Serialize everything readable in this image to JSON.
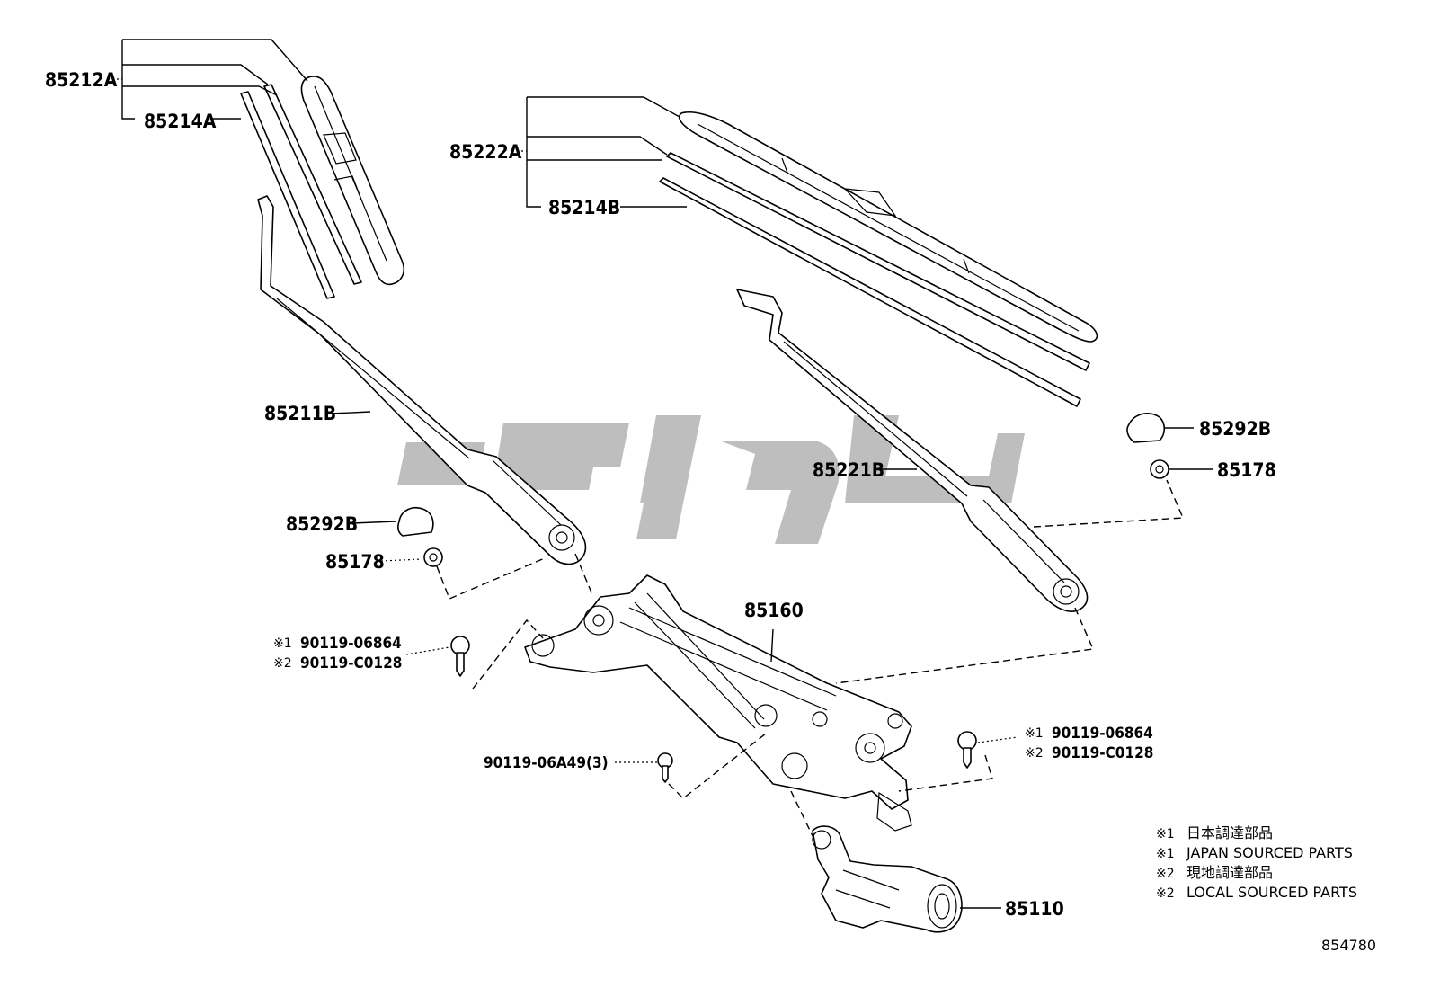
{
  "diagram": {
    "part_labels": {
      "p85212A": "85212A",
      "p85214A": "85214A",
      "p85222A": "85222A",
      "p85214B": "85214B",
      "p85211B": "85211B",
      "p85221B": "85221B",
      "p85292B_left": "85292B",
      "p85292B_right": "85292B",
      "p85178_left": "85178",
      "p85178_right": "85178",
      "p85160": "85160",
      "p85110": "85110",
      "p90119_06A49": "90119-06A49(3)"
    },
    "bolt_callouts": {
      "left": {
        "line1_mark": "※1",
        "line1_part": "90119-06864",
        "line2_mark": "※2",
        "line2_part": "90119-C0128"
      },
      "right": {
        "line1_mark": "※1",
        "line1_part": "90119-06864",
        "line2_mark": "※2",
        "line2_part": "90119-C0128"
      }
    },
    "notes": [
      {
        "mark": "※1",
        "text": "日本調達部品"
      },
      {
        "mark": "※1",
        "text": "JAPAN SOURCED PARTS"
      },
      {
        "mark": "※2",
        "text": "現地調達部品"
      },
      {
        "mark": "※2",
        "text": "LOCAL SOURCED PARTS"
      }
    ],
    "diagram_id": "854780"
  },
  "colors": {
    "line": "#000000",
    "background": "#ffffff",
    "watermark": "#b9b9b9"
  }
}
